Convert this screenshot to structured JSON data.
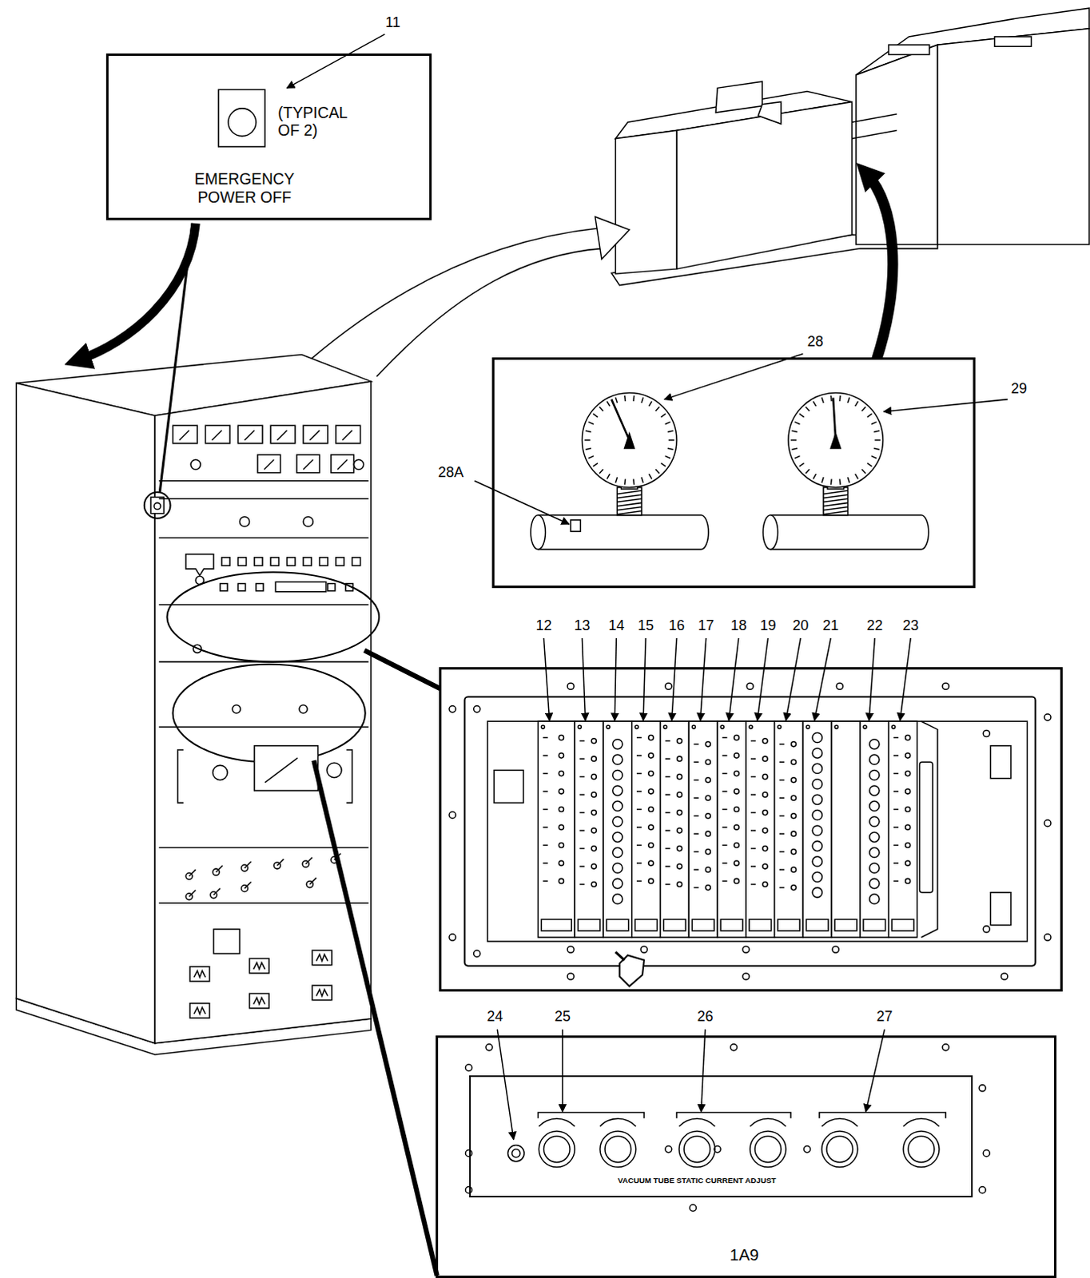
{
  "diagram": {
    "nodes": [
      {
        "text": [
          "(TYPICAL OF 2)",
          "EMERGENCY POWER OFF"
        ]
      },
      {
        "text": [
          "1A9"
        ]
      },
      {
        "text": [
          "VACUUM TUBE STATIC CURRENT ADJUST"
        ],
        "in": 1
      }
    ],
    "labels": [
      "11",
      "28",
      "29",
      "28A",
      "12",
      "13",
      "14",
      "15",
      "16",
      "17",
      "18",
      "19",
      "20",
      "21",
      "22",
      "23",
      "24",
      "25",
      "26",
      "27"
    ]
  }
}
